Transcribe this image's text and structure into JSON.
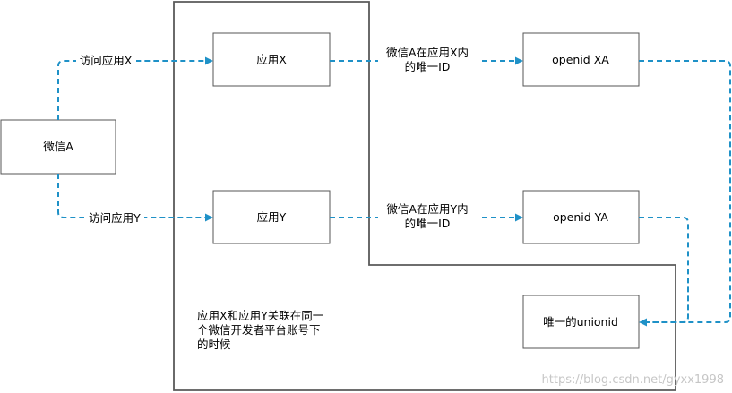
{
  "nodes": {
    "wechat_a": "微信A",
    "app_x": "应用X",
    "app_y": "应用Y",
    "openid_xa": "openid XA",
    "openid_ya": "openid YA",
    "unionid": "唯一的unionid"
  },
  "edges": {
    "visit_x": "访问应用X",
    "visit_y": "访问应用Y",
    "unique_id_x_line1": "微信A在应用X内",
    "unique_id_x_line2": "的唯一ID",
    "unique_id_y_line1": "微信A在应用Y内",
    "unique_id_y_line2": "的唯一ID"
  },
  "note": {
    "line1": "应用X和应用Y关联在同一",
    "line2": "个微信开发者平台账号下",
    "line3": "的时候"
  },
  "watermark": "https://blog.csdn.net/gyxx1998",
  "colors": {
    "flow_line": "#1f91c7",
    "box_border": "#555555",
    "boundary": "#5a5a5a",
    "watermark": "#c6c6c6"
  }
}
